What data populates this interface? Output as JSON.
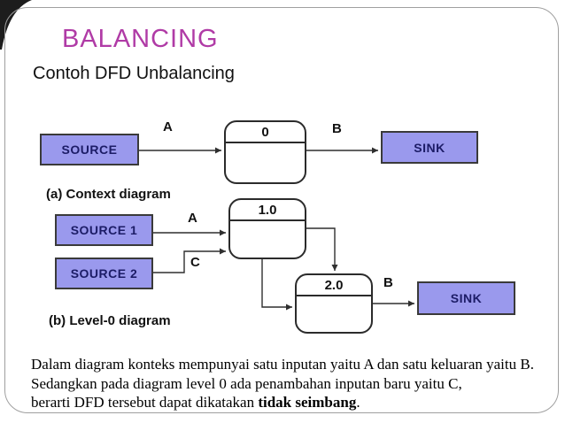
{
  "colors": {
    "title": "#b03ba6",
    "entity-fill": "#9a99ed",
    "entity-text": "#1c1c66",
    "frame-border": "#9f9f9f",
    "line": "#2f2f2f"
  },
  "header": {
    "title": "BALANCING",
    "subtitle": "Contoh DFD Unbalancing"
  },
  "context_diagram": {
    "caption": "(a) Context diagram",
    "source": "SOURCE",
    "process": "0",
    "sink": "SINK",
    "flow_a": "A",
    "flow_b": "B"
  },
  "level0_diagram": {
    "caption": "(b) Level-0 diagram",
    "source1": "SOURCE 1",
    "source2": "SOURCE 2",
    "process1": "1.0",
    "process2": "2.0",
    "sink": "SINK",
    "flow_a": "A",
    "flow_b": "B",
    "flow_c": "C"
  },
  "note": {
    "line1": "Dalam diagram konteks mempunyai satu inputan yaitu A dan satu keluaran yaitu B.",
    "line2": "Sedangkan pada diagram level 0 ada penambahan inputan baru yaitu C,",
    "line3_prefix": "berarti DFD tersebut dapat dikatakan ",
    "line3_bold": "tidak seimbang",
    "line3_suffix": "."
  }
}
